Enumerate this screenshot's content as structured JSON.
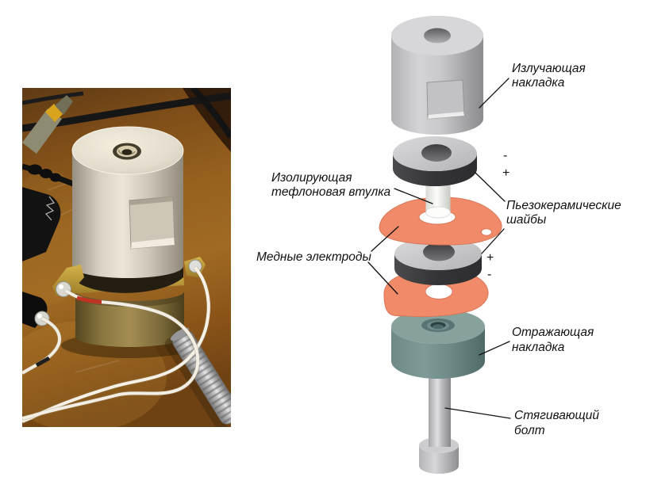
{
  "page": {
    "background": "#ffffff"
  },
  "photo": {
    "colors": {
      "wood_table": "#96621f",
      "aluminum_cylinder": "#e6e0d2",
      "bronze_cylinder": "#8a7740",
      "copper_tab": "#caa83e",
      "piezo_band": "#241d12",
      "wire_white": "#f3eee3",
      "wire_red_sleeve": "#c23422",
      "probe_yellow_band": "#d9a41d"
    }
  },
  "diagram": {
    "labels": {
      "radiating_pad": {
        "lines": [
          "Излучающая",
          "накладка"
        ]
      },
      "insulating_bushing": {
        "lines": [
          "Изолирующая",
          "тефлоновая втулка"
        ]
      },
      "piezo_washers": {
        "lines": [
          "Пьезокерамические",
          "шайбы"
        ]
      },
      "copper_electrodes": {
        "lines": [
          "Медные электроды"
        ]
      },
      "reflecting_pad": {
        "lines": [
          "Отражающая",
          "накладка"
        ]
      },
      "tightening_bolt": {
        "lines": [
          "Стягивающий",
          "болт"
        ]
      }
    },
    "polarity": {
      "upper_disc_top": "-",
      "upper_disc_bottom": "+",
      "lower_disc_top": "+",
      "lower_disc_bottom": "-"
    },
    "colors": {
      "metal_top": "#d7d7d9",
      "piezo_top": "#cbcbcd",
      "piezo_side": "#3e3e40",
      "electrode_salmon": "#f08a68",
      "teflon_white": "#f6f6f4",
      "reflector_teal": "#87a19d",
      "bolt_gray": "#c9c9cb",
      "label_text": "#111111"
    }
  }
}
